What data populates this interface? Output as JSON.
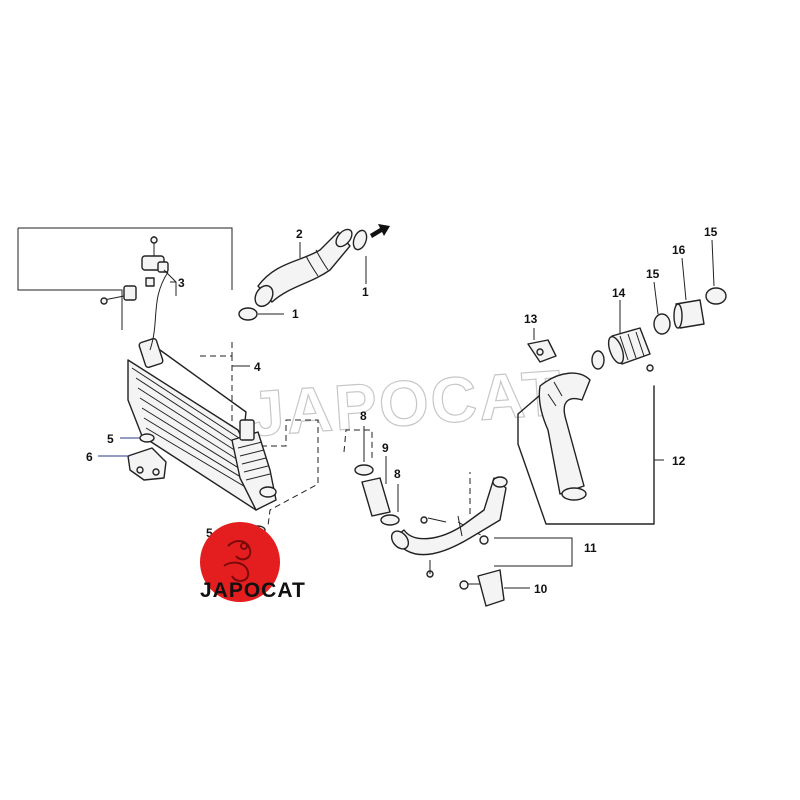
{
  "watermark": "JAPOCAT",
  "logo": {
    "text": "JAPOCAT",
    "color": "#e41e1e"
  },
  "callouts": {
    "c1a": "1",
    "c1b": "1",
    "c2": "2",
    "c3": "3",
    "c4": "4",
    "c5a": "5",
    "c5b": "5",
    "c6": "6",
    "c8a": "8",
    "c8b": "8",
    "c9": "9",
    "c10": "10",
    "c11": "11",
    "c12": "12",
    "c13": "13",
    "c14": "14",
    "c15a": "15",
    "c15b": "15",
    "c16": "16"
  }
}
